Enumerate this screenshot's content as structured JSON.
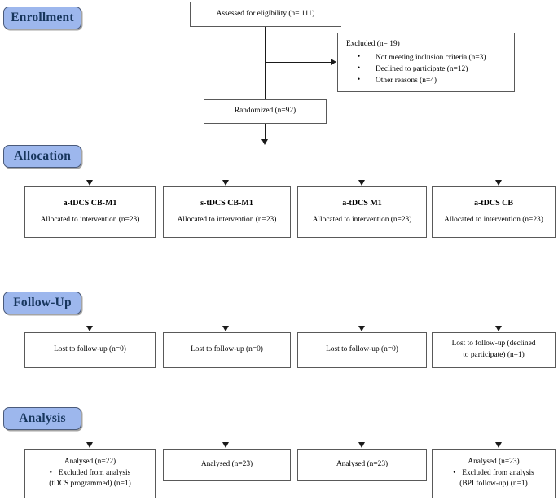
{
  "diagram": {
    "title": "CONSORT participant flow diagram",
    "accent_badge_fill": "#9DB7ED",
    "accent_badge_text": "#17365D",
    "box_border": "#595959",
    "connector_color": "#1a1a1a"
  },
  "stages": [
    {
      "id": "enrollment",
      "label": "Enrollment"
    },
    {
      "id": "allocation",
      "label": "Allocation"
    },
    {
      "id": "followup",
      "label": "Follow-Up"
    },
    {
      "id": "analysis",
      "label": "Analysis"
    }
  ],
  "enrollment": {
    "assessed": "Assessed for eligibility (n= 111)",
    "excluded": {
      "heading": "Excluded (n= 19)",
      "reasons": [
        "Not meeting inclusion criteria (n=3)",
        "Declined to participate (n=12)",
        "Other reasons (n=4)"
      ]
    },
    "randomized": "Randomized (n=92)"
  },
  "arms": [
    {
      "id": "a-tdcs-cb-m1",
      "title": "a-tDCS CB-M1",
      "allocated": "Allocated to intervention (n=23)",
      "lost_line1": "Lost to follow-up (n=0)",
      "lost_line2": "",
      "analysed": "Analysed (n=22)",
      "excluded_line1": "Excluded from analysis",
      "excluded_line2": "(tDCS programmed) (n=1)"
    },
    {
      "id": "s-tdcs-cb-m1",
      "title": "s-tDCS CB-M1",
      "allocated": "Allocated to intervention (n=23)",
      "lost_line1": "Lost to follow-up (n=0)",
      "lost_line2": "",
      "analysed": "Analysed (n=23)",
      "excluded_line1": "",
      "excluded_line2": ""
    },
    {
      "id": "a-tdcs-m1",
      "title": "a-tDCS M1",
      "allocated": "Allocated to intervention (n=23)",
      "lost_line1": "Lost to follow-up (n=0)",
      "lost_line2": "",
      "analysed": "Analysed (n=23)",
      "excluded_line1": "",
      "excluded_line2": ""
    },
    {
      "id": "a-tdcs-cb",
      "title": "a-tDCS CB",
      "allocated": "Allocated to intervention (n=23)",
      "lost_line1": "Lost to follow-up (declined",
      "lost_line2": "to participate) (n=1)",
      "analysed": "Analysed (n=23)",
      "excluded_line1": "Excluded from analysis",
      "excluded_line2": "(BPI follow-up) (n=1)"
    }
  ]
}
